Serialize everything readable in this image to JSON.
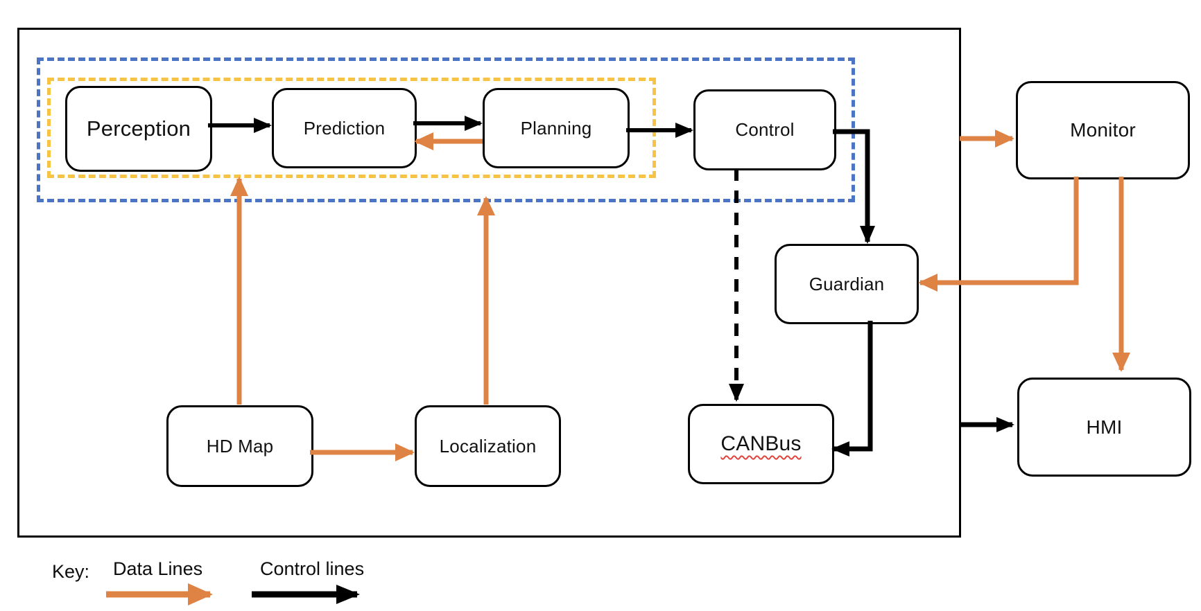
{
  "diagram": {
    "nodes": {
      "perception": {
        "label": "Perception"
      },
      "prediction": {
        "label": "Prediction"
      },
      "planning": {
        "label": "Planning"
      },
      "control": {
        "label": "Control"
      },
      "guardian": {
        "label": "Guardian"
      },
      "canbus": {
        "label": "CANBus",
        "spellcheck_underline": true
      },
      "hdmap": {
        "label": "HD Map"
      },
      "localization": {
        "label": "Localization"
      },
      "monitor": {
        "label": "Monitor"
      },
      "hmi": {
        "label": "HMI"
      }
    },
    "groups": {
      "outer_dashed_color": "#4C74C4",
      "inner_dashed_color": "#F6C344"
    },
    "legend": {
      "title": "Key:",
      "data_lines_label": "Data Lines",
      "control_lines_label": "Control lines"
    },
    "colors": {
      "data_line": "#DE8344",
      "control_line": "#000000",
      "spellcheck_underline": "#E0443C",
      "node_border": "#000000",
      "background": "#FFFFFF"
    },
    "connections": [
      {
        "from": "Perception",
        "to": "Prediction",
        "type": "control"
      },
      {
        "from": "Prediction",
        "to": "Planning",
        "type": "control"
      },
      {
        "from": "Planning",
        "to": "Prediction",
        "type": "data"
      },
      {
        "from": "Planning",
        "to": "Control",
        "type": "control"
      },
      {
        "from": "Control",
        "to": "Guardian",
        "type": "control"
      },
      {
        "from": "Control",
        "to": "CANBus",
        "type": "control-dashed"
      },
      {
        "from": "Guardian",
        "to": "CANBus",
        "type": "control"
      },
      {
        "from": "HD Map",
        "to": "Perception group",
        "type": "data"
      },
      {
        "from": "HD Map",
        "to": "Localization",
        "type": "data"
      },
      {
        "from": "Localization",
        "to": "Planning group",
        "type": "data"
      },
      {
        "from": "System box",
        "to": "Monitor",
        "type": "data"
      },
      {
        "from": "Monitor",
        "to": "Guardian",
        "type": "data"
      },
      {
        "from": "Monitor",
        "to": "HMI",
        "type": "data"
      },
      {
        "from": "System box",
        "to": "HMI",
        "type": "control"
      }
    ]
  }
}
